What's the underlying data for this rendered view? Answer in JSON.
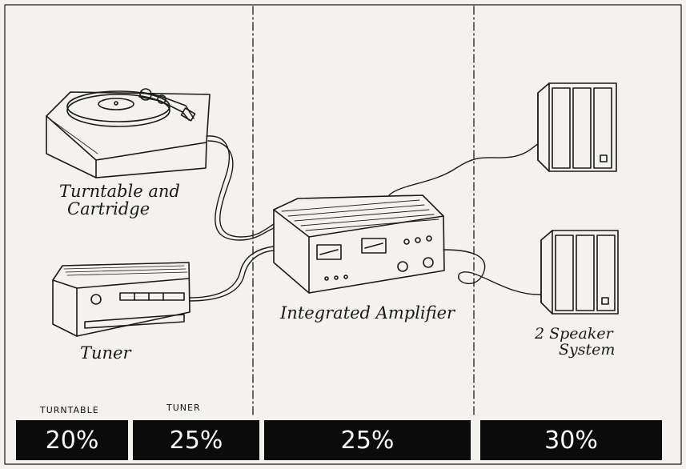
{
  "labels": {
    "turntable_line1": "Turntable and",
    "turntable_line2": "Cartridge",
    "tuner": "Tuner",
    "amplifier": "Integrated Amplifier",
    "speaker_line1": "2 Speaker",
    "speaker_line2": "System"
  },
  "captions": {
    "turntable": "TURNTABLE",
    "tuner": "TUNER"
  },
  "percentages": {
    "turntable": "20%",
    "tuner": "25%",
    "amplifier": "25%",
    "speakers": "30%"
  },
  "colors": {
    "ink": "#1a1a1a",
    "paper": "#f3f2ee",
    "bar": "#0b0b0b"
  }
}
